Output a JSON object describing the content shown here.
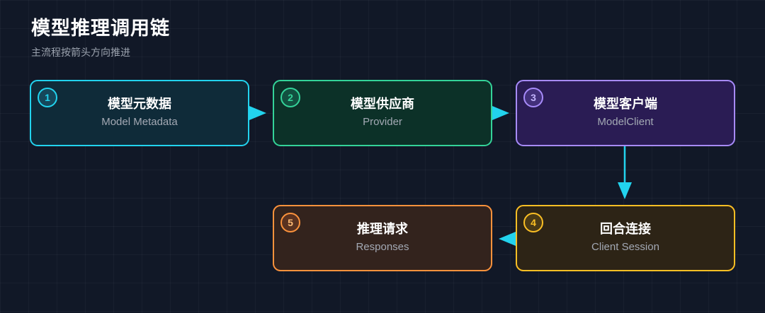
{
  "header": {
    "title": "模型推理调用链",
    "subtitle": "主流程按箭头方向推进"
  },
  "colors": {
    "background": "#111827",
    "arrow": "#22d3ee",
    "node_1": "#22d3ee",
    "node_2": "#34d399",
    "node_3": "#a78bfa",
    "node_4": "#fbbf24",
    "node_5": "#fb923c"
  },
  "nodes": [
    {
      "number": "1",
      "title": "模型元数据",
      "subtitle": "Model Metadata"
    },
    {
      "number": "2",
      "title": "模型供应商",
      "subtitle": "Provider"
    },
    {
      "number": "3",
      "title": "模型客户端",
      "subtitle": "ModelClient"
    },
    {
      "number": "4",
      "title": "回合连接",
      "subtitle": "Client Session"
    },
    {
      "number": "5",
      "title": "推理请求",
      "subtitle": "Responses"
    }
  ],
  "edges": [
    {
      "from": "1",
      "to": "2"
    },
    {
      "from": "2",
      "to": "3"
    },
    {
      "from": "3",
      "to": "4"
    },
    {
      "from": "4",
      "to": "5"
    }
  ]
}
